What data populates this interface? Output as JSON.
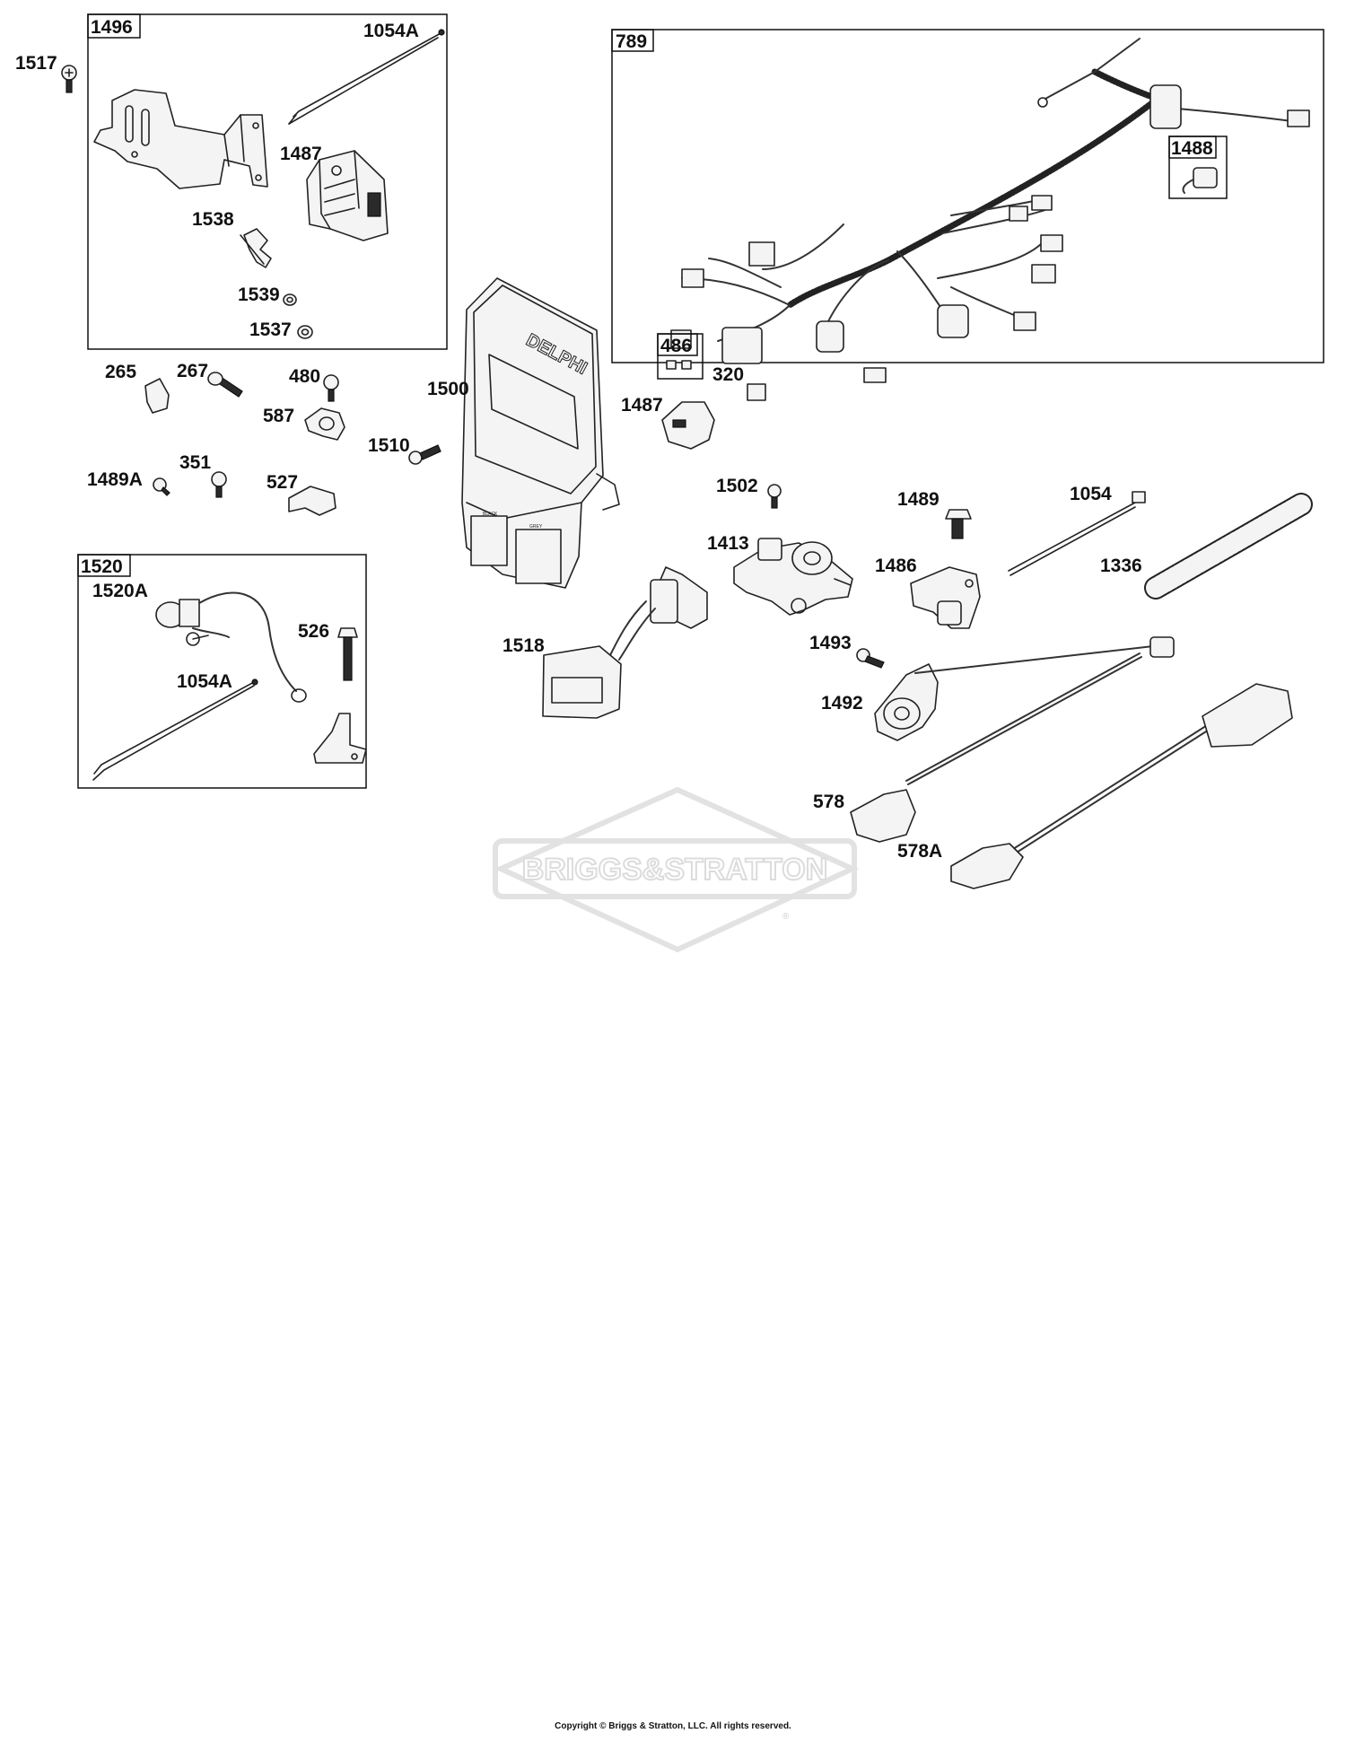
{
  "diagram": {
    "group_boxes": {
      "box_1496": "1496",
      "box_789": "789",
      "box_1488": "1488",
      "box_486": "486",
      "box_1520": "1520"
    },
    "labels": {
      "p1517": "1517",
      "p1054A_top": "1054A",
      "p1487_left": "1487",
      "p1538": "1538",
      "p1539": "1539",
      "p1537": "1537",
      "p265": "265",
      "p267": "267",
      "p480": "480",
      "p587": "587",
      "p1489A": "1489A",
      "p351": "351",
      "p527": "527",
      "p1500": "1500",
      "p1510": "1510",
      "p320": "320",
      "p1487_right": "1487",
      "p1520A": "1520A",
      "p526": "526",
      "p1054A_bottom": "1054A",
      "p1502": "1502",
      "p1413": "1413",
      "p1489": "1489",
      "p1486": "1486",
      "p1054": "1054",
      "p1336": "1336",
      "p1518": "1518",
      "p1493": "1493",
      "p1492": "1492",
      "p578": "578",
      "p578A": "578A"
    },
    "ecu_brand_text": "DELPHI",
    "ecu_connector_black": "BLACK",
    "ecu_connector_grey": "GREY",
    "watermark": "BRIGGS&STRATTON",
    "watermark_mark": "®"
  },
  "footer": {
    "copyright": "Copyright © Briggs & Stratton, LLC. All rights reserved."
  }
}
